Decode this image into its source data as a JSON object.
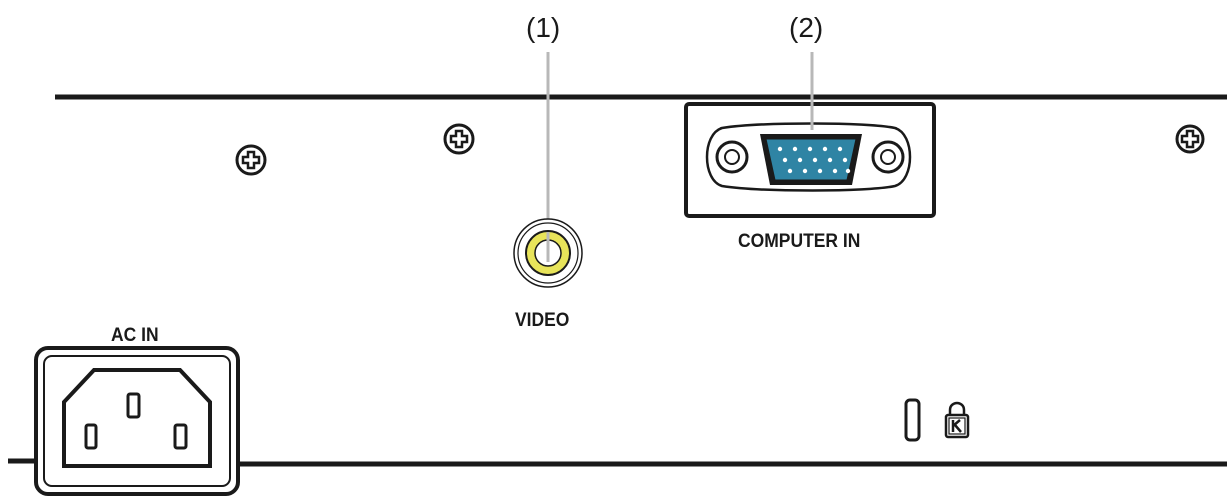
{
  "callouts": [
    {
      "number": "(1)"
    },
    {
      "number": "(2)"
    }
  ],
  "ports": {
    "video_label": "VIDEO",
    "computer_in_label": "COMPUTER IN",
    "ac_in_label": "AC IN"
  },
  "colors": {
    "line": "#1a1a1a",
    "leader": "#b8b8b8",
    "rca_center": "#e8e45a",
    "vga_body": "#2f84a4"
  },
  "icons": [
    "screw-icon",
    "rca-jack-icon",
    "vga-connector-icon",
    "ac-inlet-icon",
    "security-slot-icon",
    "kensington-lock-icon"
  ]
}
